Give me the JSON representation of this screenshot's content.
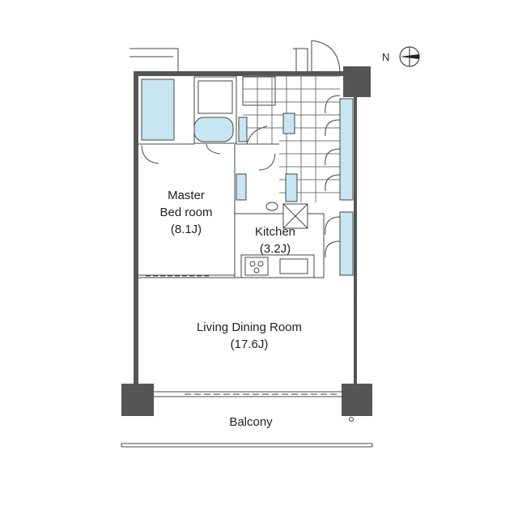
{
  "compass": {
    "label": "N",
    "icon": "north-arrow-icon"
  },
  "rooms": {
    "master_bedroom": {
      "line1": "Master",
      "line2": "Bed room",
      "size": "(8.1J)"
    },
    "kitchen": {
      "line1": "Kitchen",
      "size": "(3.2J)"
    },
    "living_dining": {
      "line1": "Living Dining Room",
      "size": "(17.6J)"
    },
    "balcony": {
      "line1": "Balcony"
    }
  },
  "colors": {
    "wall": "#555555",
    "pillar": "#555555",
    "fixture_fill": "#c7e6f2",
    "line": "#444444"
  }
}
